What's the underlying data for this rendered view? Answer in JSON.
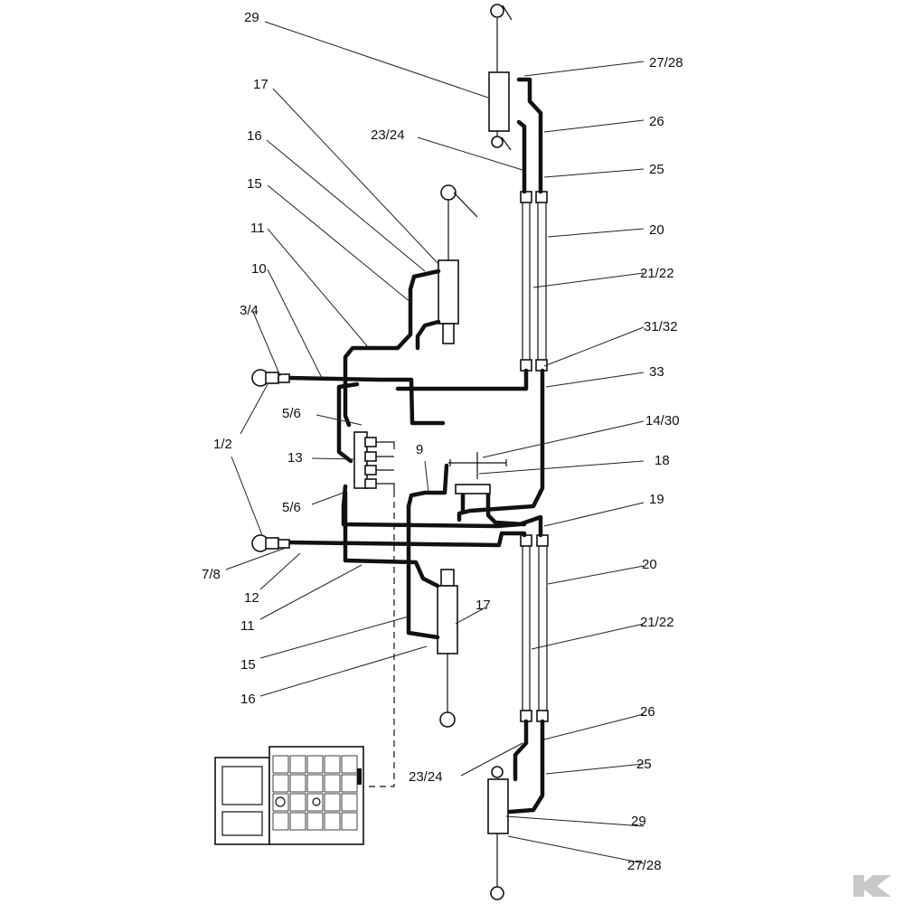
{
  "labels": {
    "l29a": "29",
    "l2728a": "27/28",
    "l26a": "26",
    "l2324a": "23/24",
    "l25a": "25",
    "l17a": "17",
    "l16a": "16",
    "l15a": "15",
    "l11a": "11",
    "l10": "10",
    "l34": "3/4",
    "l20a": "20",
    "l2122a": "21/22",
    "l3132": "31/32",
    "l33": "33",
    "l1430": "14/30",
    "l56a": "5/6",
    "l13": "13",
    "l12lbl": "1/2",
    "l9": "9",
    "l18": "18",
    "l19": "19",
    "l56b": "5/6",
    "l78": "7/8",
    "l12": "12",
    "l11b": "11",
    "l20b": "20",
    "l17b": "17",
    "l2122b": "21/22",
    "l15b": "15",
    "l16b": "16",
    "l26b": "26",
    "l2324b": "23/24",
    "l25b": "25",
    "l29b": "29",
    "l2728b": "27/28"
  },
  "colors": {
    "line": "#111111",
    "background": "#ffffff",
    "logo": "#c8c8c8"
  },
  "logo": {
    "icon": "k-arrow-logo"
  }
}
